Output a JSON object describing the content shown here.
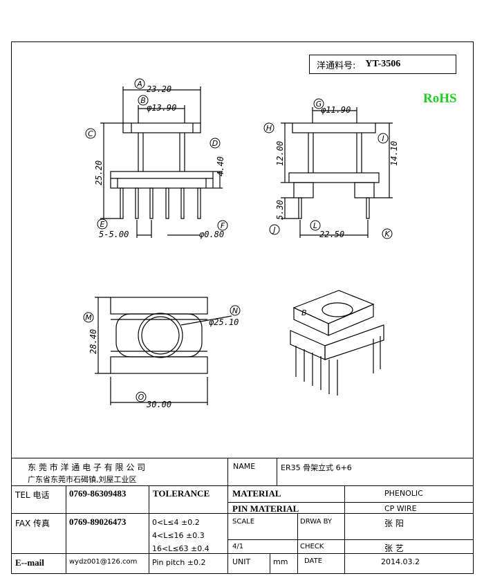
{
  "header": {
    "part_label": "洋通料号:",
    "part_no": "YT-3506",
    "rohs": "RoHS"
  },
  "dims": {
    "A": "A",
    "B": "B",
    "C": "C",
    "D": "D",
    "E": "E",
    "F": "F",
    "G": "G",
    "H": "H",
    "I": "I",
    "J": "J",
    "K": "K",
    "L": "L",
    "M": "M",
    "N": "N",
    "O": "O",
    "a_val": "23.20",
    "b_val": "φ13.90",
    "c_val": "25.20",
    "d_val": "4.40",
    "e_val": "5-5.00",
    "f_val": "φ0.80",
    "g_val": "φ11.90",
    "h_val": "12.00",
    "i_val": "14.10",
    "j_val": "5.30",
    "l_val": "22.50",
    "m_val": "28.40",
    "n_val": "φ25.10",
    "o_val": "30.00",
    "iso_mark": "B"
  },
  "title_block": {
    "company": "东 莞 市 洋 通 电 子 有 限 公 司",
    "address": "广东省东莞市石碣镇,刘屋工业区",
    "name_label": "NAME",
    "name_value": "ER35 骨架立式 6+6",
    "tel_label": "TEL 电话",
    "tel_value": "0769-86309483",
    "tolerance_label": "TOLERANCE",
    "material_label": "MATERIAL",
    "material_value": "PHENOLIC",
    "pin_material_label": "PIN MATERIAL",
    "pin_material_value": "CP WIRE",
    "fax_label": "FAX 传真",
    "fax_value": "0769-89026473",
    "tol1": "0<L≤4   ±0.2",
    "tol2": "4<L≤16  ±0.3",
    "tol3": "16<L≤63  ±0.4",
    "tol4": "Pin pitch ±0.2",
    "scale_label": "SCALE",
    "scale_value": "4/1",
    "drawby_label": "DRWA BY",
    "drawby_value": "张 阳",
    "check_label": "CHECK",
    "check_value": "张 艺",
    "email_label": "E--mail",
    "email_value": "wydz001@126.com",
    "unit_label": "UNIT",
    "unit_value": "mm",
    "date_label": "DATE",
    "date_value": "2014.03.2"
  }
}
